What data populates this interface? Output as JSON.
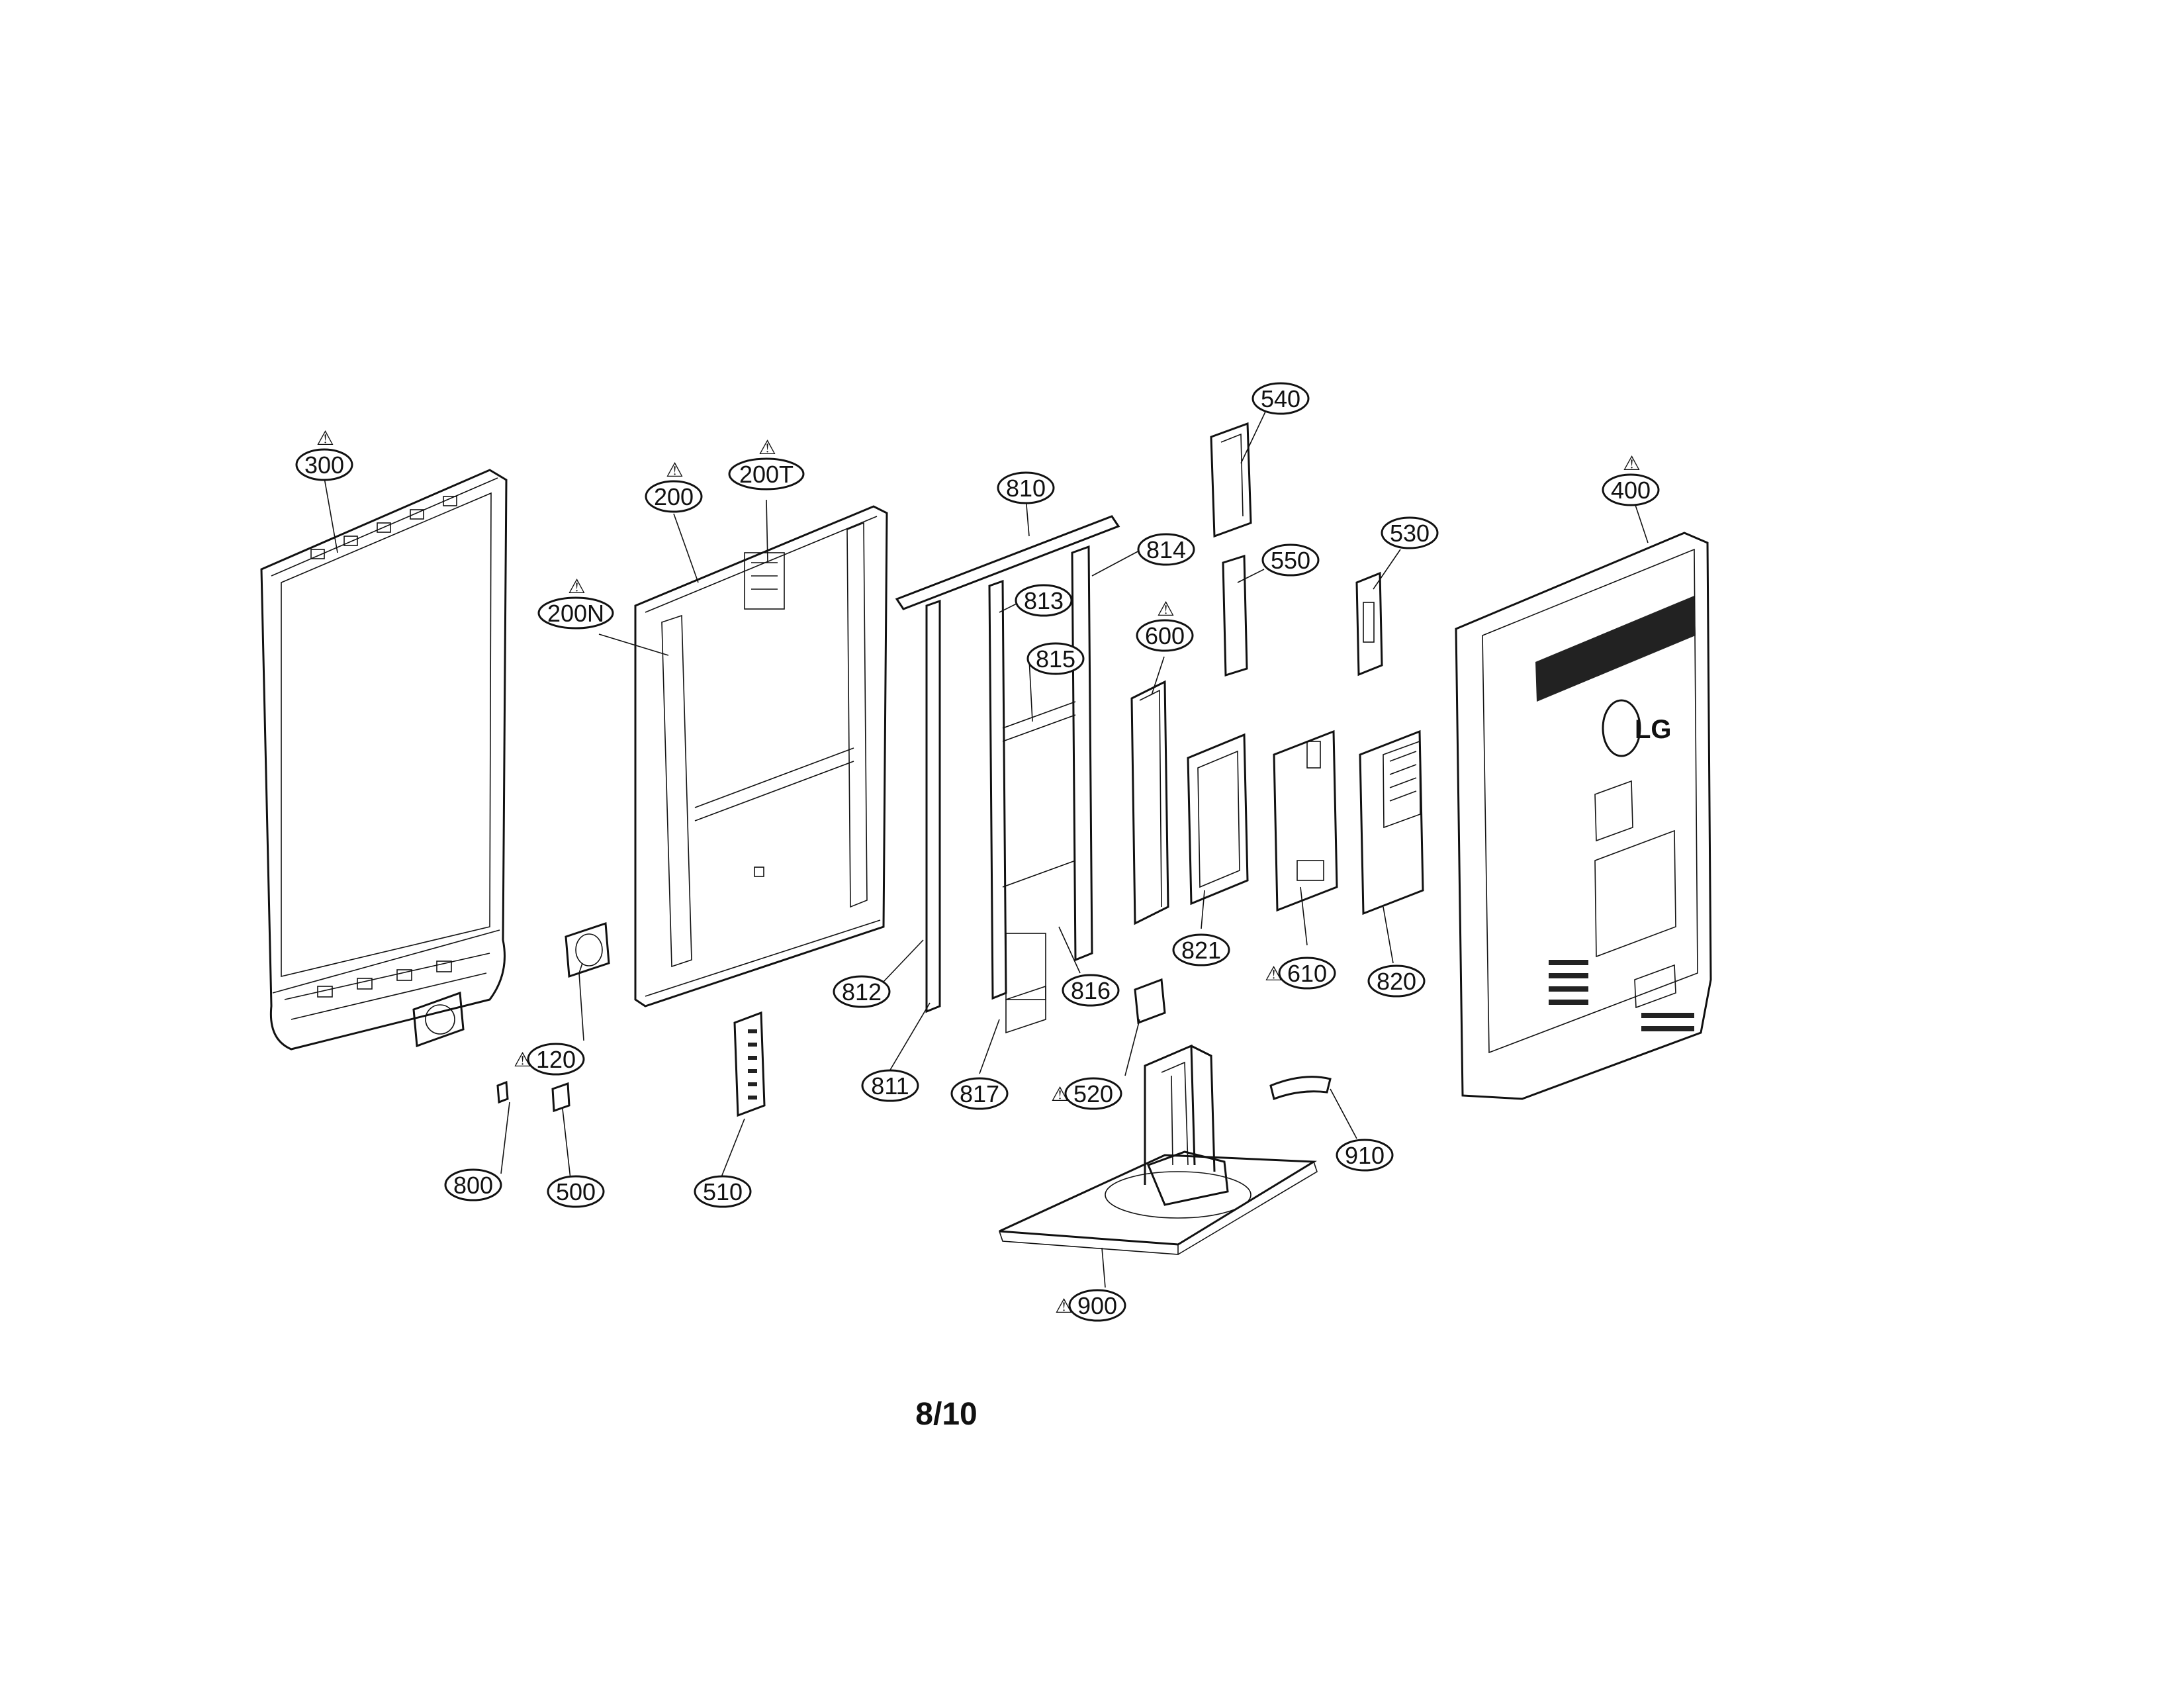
{
  "warning_symbol": "⚠",
  "brand_logo_text": "LG",
  "page_number": "8/10",
  "callouts": [
    {
      "id": "300",
      "warning": true
    },
    {
      "id": "200",
      "warning": true
    },
    {
      "id": "200T",
      "warning": true
    },
    {
      "id": "200N",
      "warning": true
    },
    {
      "id": "120",
      "warning": true
    },
    {
      "id": "800",
      "warning": false
    },
    {
      "id": "500",
      "warning": false
    },
    {
      "id": "510",
      "warning": false
    },
    {
      "id": "810",
      "warning": false
    },
    {
      "id": "814",
      "warning": false
    },
    {
      "id": "813",
      "warning": false
    },
    {
      "id": "815",
      "warning": false
    },
    {
      "id": "812",
      "warning": false
    },
    {
      "id": "811",
      "warning": false
    },
    {
      "id": "817",
      "warning": false
    },
    {
      "id": "816",
      "warning": false
    },
    {
      "id": "540",
      "warning": false
    },
    {
      "id": "550",
      "warning": false
    },
    {
      "id": "600",
      "warning": true
    },
    {
      "id": "821",
      "warning": false
    },
    {
      "id": "610",
      "warning": true
    },
    {
      "id": "520",
      "warning": true
    },
    {
      "id": "530",
      "warning": false
    },
    {
      "id": "820",
      "warning": false
    },
    {
      "id": "400",
      "warning": true
    },
    {
      "id": "910",
      "warning": false
    },
    {
      "id": "900",
      "warning": true
    }
  ]
}
